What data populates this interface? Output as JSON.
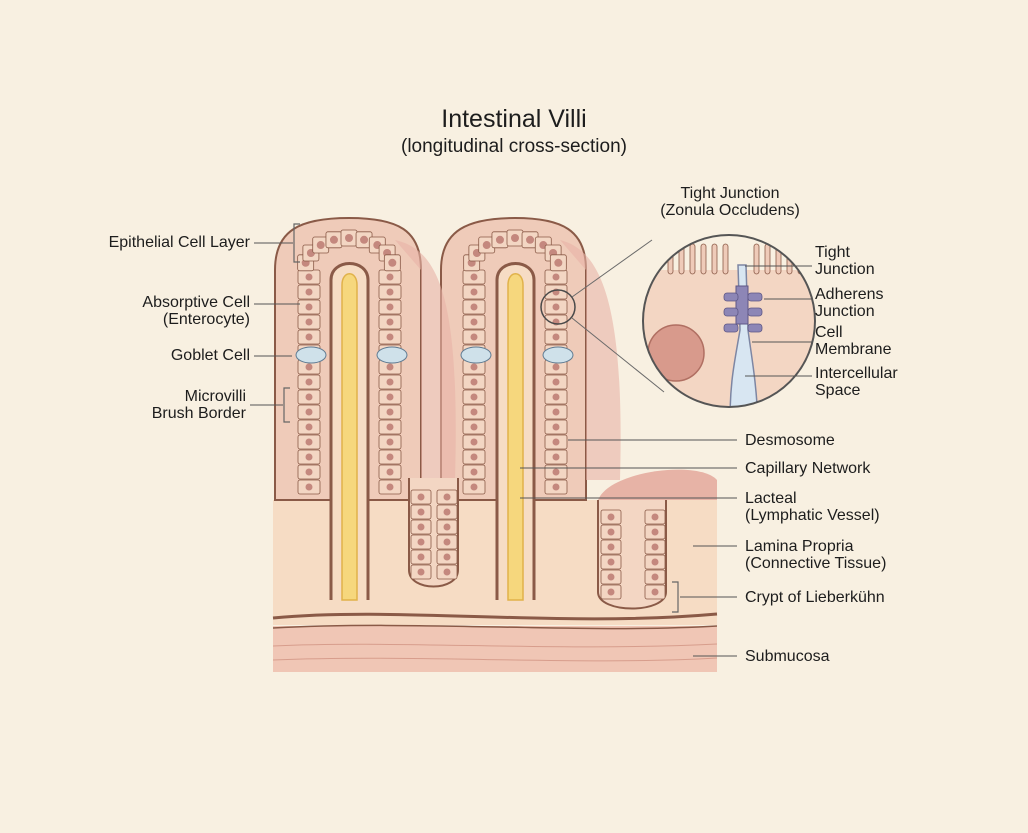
{
  "title": "Intestinal Villi",
  "subtitle": "(longitudinal cross-section)",
  "labels_left": {
    "epithelial": "Epithelial Cell Layer",
    "absorptive_1": "Absorptive Cell",
    "absorptive_2": "(Enterocyte)",
    "goblet": "Goblet Cell",
    "microvilli_1": "Microvilli",
    "microvilli_2": "Brush Border"
  },
  "inset": {
    "heading_1": "Tight Junction",
    "heading_2": "(Zonula Occludens)",
    "tight_1": "Tight",
    "tight_2": "Junction",
    "adherens_1": "Adherens",
    "adherens_2": "Junction",
    "membrane_1": "Cell",
    "membrane_2": "Membrane",
    "intercellular_1": "Intercellular",
    "intercellular_2": "Space"
  },
  "labels_right": {
    "desmosome": "Desmosome",
    "capillary": "Capillary Network",
    "lacteal_1": "Lacteal",
    "lacteal_2": "(Lymphatic Vessel)",
    "lamina_1": "Lamina Propria",
    "lamina_2": "(Connective Tissue)",
    "crypt": "Crypt of Lieberkühn",
    "submucosa": "Submucosa"
  },
  "colors": {
    "background": "#f8f0e1",
    "tissue": "#efcbb9",
    "cell": "#f3d6c3",
    "nucleus": "#c4887e",
    "outline": "#8a5a47",
    "lacteal": "#f6d77d",
    "goblet": "#cfe1ea",
    "submucosa": "#f0c6b5"
  }
}
